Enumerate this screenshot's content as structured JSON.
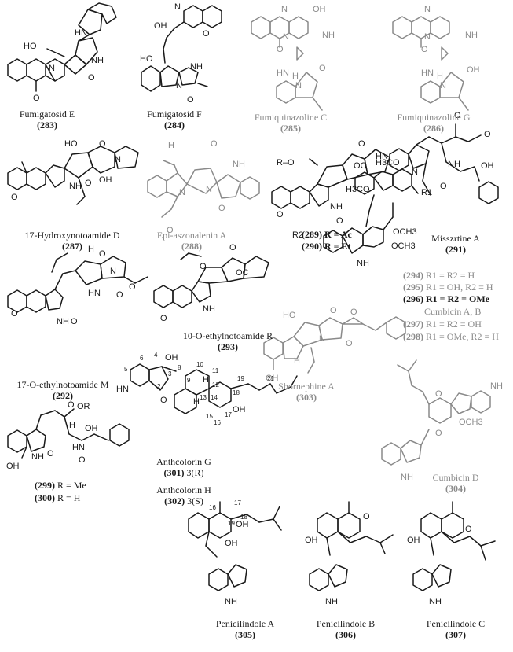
{
  "compounds": [
    {
      "name": "Fumigatosid E",
      "number": "(283)",
      "style": "black"
    },
    {
      "name": "Fumigatosid F",
      "number": "(284)",
      "style": "black"
    },
    {
      "name": "Fumiquinazoline C",
      "number": "(285)",
      "style": "grey"
    },
    {
      "name": "Fumiquinazoline G",
      "number": "(286)",
      "style": "grey"
    },
    {
      "name": "17-Hydroxynotoamide D",
      "number": "(287)",
      "style": "black"
    },
    {
      "name": "Epi-aszonalenin A",
      "number": "(288)",
      "style": "grey"
    },
    {
      "name": "Misszrtine A",
      "number": "(291)",
      "style": "black"
    },
    {
      "name": "17-O-ethylnotoamide M",
      "number": "(292)",
      "style": "black"
    },
    {
      "name": "10-O-ethylnotoamide R",
      "number": "(293)",
      "style": "black"
    },
    {
      "name": "Shornephine A",
      "number": "(303)",
      "style": "grey"
    },
    {
      "name": "Cumbicin D",
      "number": "(304)",
      "style": "grey"
    },
    {
      "name": "Penicilindole A",
      "number": "(305)",
      "style": "black"
    },
    {
      "name": "Penicilindole B",
      "number": "(306)",
      "style": "black"
    },
    {
      "name": "Penicilindole C",
      "number": "(307)",
      "style": "black"
    }
  ],
  "substituents_289_290": [
    {
      "number": "(289)",
      "text": "R = Ac"
    },
    {
      "number": "(290)",
      "text": "R = Et"
    }
  ],
  "cumbicin_series": {
    "entries": [
      {
        "number": "(294)",
        "text": "R1 = R2 = H",
        "style": "grey"
      },
      {
        "number": "(295)",
        "text": "R1 = OH, R2 = H",
        "style": "grey"
      },
      {
        "number": "(296)",
        "text": "R1 = R2 = OMe",
        "style": "black"
      },
      {
        "number": "(297)",
        "text": "R1 = R2 = OH",
        "style": "grey"
      },
      {
        "number": "(298)",
        "text": "R1 = OMe, R2 = H",
        "style": "grey"
      }
    ],
    "group_name": "Cumbicin A, B"
  },
  "series_299_300": [
    {
      "number": "(299)",
      "text": "R = Me"
    },
    {
      "number": "(300)",
      "text": "R = H"
    }
  ],
  "anthcolorin": [
    {
      "name": "Anthcolorin G",
      "number": "(301)",
      "config": "3(R)"
    },
    {
      "name": "Anthcolorin H",
      "number": "(302)",
      "config": "3(S)"
    }
  ],
  "atom_labels": {
    "hn": "HN",
    "ho": "HO",
    "nh": "NH",
    "n": "N",
    "o": "O",
    "oh": "OH",
    "h": "H",
    "r": "R",
    "r1": "R1",
    "r2": "R2",
    "ome": "OMe",
    "och3": "OCH3",
    "h3co": "H3CO",
    "ro": "R–O",
    "or": "OR",
    "oc": "OC"
  },
  "anthcolorin_numbering": [
    "2",
    "3",
    "4",
    "5",
    "6",
    "8",
    "9",
    "10",
    "11",
    "12",
    "13",
    "14",
    "15",
    "16",
    "17",
    "18",
    "19",
    "21"
  ],
  "penicilindole_numbering": [
    "16",
    "17",
    "18",
    "19"
  ]
}
